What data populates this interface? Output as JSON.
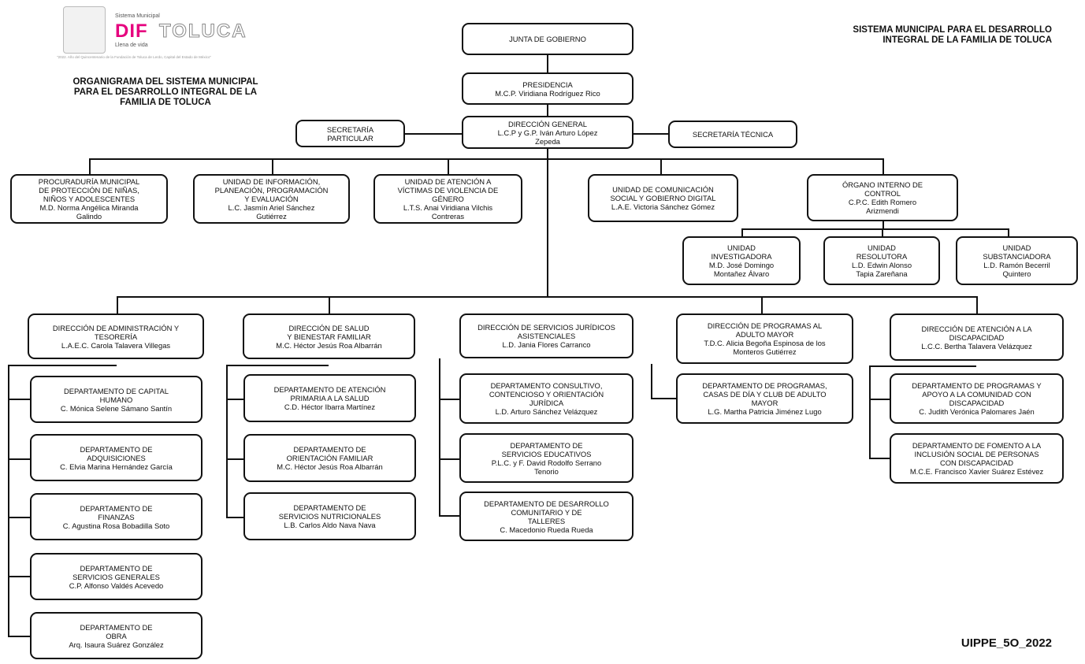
{
  "header": {
    "logo": {
      "sistema_label": "Sistema Municipal",
      "brand_dif": "DIF",
      "brand_city": "TOLUCA",
      "tagline": "Llena de vida",
      "motto": "\"2022. Año del Quincentenario de la Fundación de Toluca de Lerdo, Capital del Estado de México\"",
      "brand_color": "#e6007e"
    },
    "title_left": "ORGANIGRAMA DEL SISTEMA MUNICIPAL\nPARA EL DESARROLLO INTEGRAL DE LA\nFAMILIA DE TOLUCA",
    "title_right": "SISTEMA MUNICIPAL PARA EL DESARROLLO\nINTEGRAL DE LA FAMILIA DE TOLUCA"
  },
  "footer": {
    "code": "UIPPE_5O_2022"
  },
  "nodes": {
    "junta": {
      "title": "JUNTA DE GOBIERNO",
      "name": ""
    },
    "presidencia": {
      "title": "PRESIDENCIA",
      "name": "M.C.P. Viridiana Rodríguez Rico"
    },
    "direccion_general": {
      "title": "DIRECCIÓN GENERAL",
      "name": "L.C.P y G.P. Iván Arturo López\nZepeda"
    },
    "sec_particular": {
      "title": "SECRETARÍA\nPARTICULAR",
      "name": ""
    },
    "sec_tecnica": {
      "title": "SECRETARÍA TÉCNICA",
      "name": ""
    },
    "procuraduria": {
      "title": "PROCURADURÍA MUNICIPAL\nDE PROTECCIÓN DE NIÑAS,\nNIÑOS Y ADOLESCENTES",
      "name": "M.D. Norma Angélica Miranda\nGalindo"
    },
    "unidad_info": {
      "title": "UNIDAD DE INFORMACIÓN,\nPLANEACIÓN, PROGRAMACIÓN\nY EVALUACIÓN",
      "name": "L.C. Jasmín Ariel Sánchez\nGutiérrez"
    },
    "unidad_victimas": {
      "title": "UNIDAD DE ATENCIÓN A\nVÍCTIMAS DE VIOLENCIA DE\nGÉNERO",
      "name": "L.T.S. Anai Viridiana Vilchis\nContreras"
    },
    "unidad_comunicacion": {
      "title": "UNIDAD DE COMUNICACIÓN\nSOCIAL Y GOBIERNO DIGITAL",
      "name": "L.A.E. Victoria Sánchez Gómez"
    },
    "organo_control": {
      "title": "ÓRGANO INTERNO DE\nCONTROL",
      "name": "C.P.C. Edith Romero\nArizmendi"
    },
    "u_investigadora": {
      "title": "UNIDAD\nINVESTIGADORA",
      "name": "M.D. José Domingo\nMontañez Álvaro"
    },
    "u_resolutora": {
      "title": "UNIDAD\nRESOLUTORA",
      "name": "L.D. Edwin Alonso\nTapia Zareñana"
    },
    "u_substanciadora": {
      "title": "UNIDAD\nSUBSTANCIADORA",
      "name": "L.D. Ramón Becerril\nQuintero"
    },
    "dir_admin": {
      "title": "DIRECCIÓN DE ADMINISTRACIÓN Y\nTESORERÍA",
      "name": "L.A.E.C. Carola Talavera Villegas"
    },
    "dir_salud": {
      "title": "DIRECCIÓN DE SALUD\nY BIENESTAR FAMILIAR",
      "name": "M.C. Héctor Jesús Roa Albarrán"
    },
    "dir_juridicos": {
      "title": "DIRECCIÓN DE SERVICIOS JURÍDICOS\nASISTENCIALES",
      "name": "L.D. Jania Flores Carranco"
    },
    "dir_adulto": {
      "title": "DIRECCIÓN DE PROGRAMAS AL\nADULTO MAYOR",
      "name": "T.D.C. Alicia Begoña Espinosa de los\nMonteros Gutiérrez"
    },
    "dir_discapacidad": {
      "title": "DIRECCIÓN DE ATENCIÓN A LA\nDISCAPACIDAD",
      "name": "L.C.C. Bertha Talavera Velázquez"
    },
    "dep_capital": {
      "title": "DEPARTAMENTO DE CAPITAL\nHUMANO",
      "name": "C. Mónica Selene Sámano Santín"
    },
    "dep_adquisiciones": {
      "title": "DEPARTAMENTO DE\nADQUISICIONES",
      "name": "C. Elvia Marina Hernández García"
    },
    "dep_finanzas": {
      "title": "DEPARTAMENTO DE\nFINANZAS",
      "name": "C. Agustina Rosa Bobadilla Soto"
    },
    "dep_servicios_generales": {
      "title": "DEPARTAMENTO DE\nSERVICIOS GENERALES",
      "name": "C.P. Alfonso Valdés Acevedo"
    },
    "dep_obra": {
      "title": "DEPARTAMENTO DE\nOBRA",
      "name": "Arq. Isaura Suárez González"
    },
    "dep_atencion_primaria": {
      "title": "DEPARTAMENTO DE ATENCIÓN\nPRIMARIA A LA SALUD",
      "name": "C.D. Héctor Ibarra Martínez"
    },
    "dep_orientacion": {
      "title": "DEPARTAMENTO DE\nORIENTACIÓN FAMILIAR",
      "name": "M.C. Héctor Jesús Roa Albarrán"
    },
    "dep_nutricionales": {
      "title": "DEPARTAMENTO DE\nSERVICIOS NUTRICIONALES",
      "name": "L.B. Carlos Aldo Nava Nava"
    },
    "dep_consultivo": {
      "title": "DEPARTAMENTO CONSULTIVO,\nCONTENCIOSO Y ORIENTACIÓN\nJURÍDICA",
      "name": "L.D. Arturo Sánchez Velázquez"
    },
    "dep_educativos": {
      "title": "DEPARTAMENTO DE\nSERVICIOS EDUCATIVOS",
      "name": "P.L.C. y F. David Rodolfo Serrano\nTenorio"
    },
    "dep_comunitario": {
      "title": "DEPARTAMENTO DE DESARROLLO\nCOMUNITARIO Y DE\nTALLERES",
      "name": "C. Macedonio Rueda Rueda"
    },
    "dep_programas_casas": {
      "title": "DEPARTAMENTO DE PROGRAMAS,\nCASAS DE DÍA Y CLUB DE ADULTO\nMAYOR",
      "name": "L.G. Martha Patricia Jiménez Lugo"
    },
    "dep_apoyo_comunidad": {
      "title": "DEPARTAMENTO DE PROGRAMAS Y\nAPOYO A LA COMUNIDAD CON\nDISCAPACIDAD",
      "name": "C. Judith Verónica Palomares Jaén"
    },
    "dep_inclusion": {
      "title": "DEPARTAMENTO DE FOMENTO A LA\nINCLUSIÓN SOCIAL DE PERSONAS\nCON DISCAPACIDAD",
      "name": "M.C.E. Francisco Xavier Suárez Estévez"
    }
  }
}
